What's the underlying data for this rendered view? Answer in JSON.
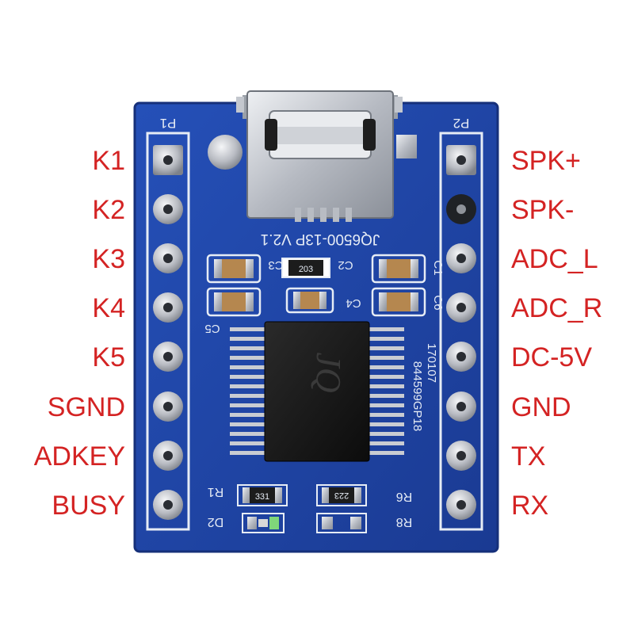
{
  "pins_left": [
    "K1",
    "K2",
    "K3",
    "K4",
    "K5",
    "SGND",
    "ADKEY",
    "BUSY"
  ],
  "pins_right": [
    "SPK+",
    "SPK-",
    "ADC_L",
    "ADC_R",
    "DC-5V",
    "GND",
    "TX",
    "RX"
  ],
  "silkscreen": {
    "header_left": "P1",
    "header_right": "P2",
    "board_model": "JQ6500-13P V2.1",
    "chip_text_1": "170107",
    "chip_text_2": "844599GP18",
    "chip_logo": "JQ",
    "cap_c1": "C1",
    "cap_c3": "C3",
    "cap_c4": "C4",
    "cap_c5": "C5",
    "cap_c6": "C6",
    "cap_c2": "C2",
    "res_top_code": "203",
    "res_r1": "R1",
    "res_r1_code": "331",
    "res_r6": "R6",
    "res_r6_code": "223",
    "res_r8": "R8",
    "led_d2": "D2"
  },
  "colors": {
    "pcb": "#1e3f9a",
    "pcb_edge": "#16307a",
    "silk": "#e6ecf5",
    "label_red": "#d42323",
    "pad_silver": "#c9ccd2",
    "chip_black": "#141414"
  }
}
